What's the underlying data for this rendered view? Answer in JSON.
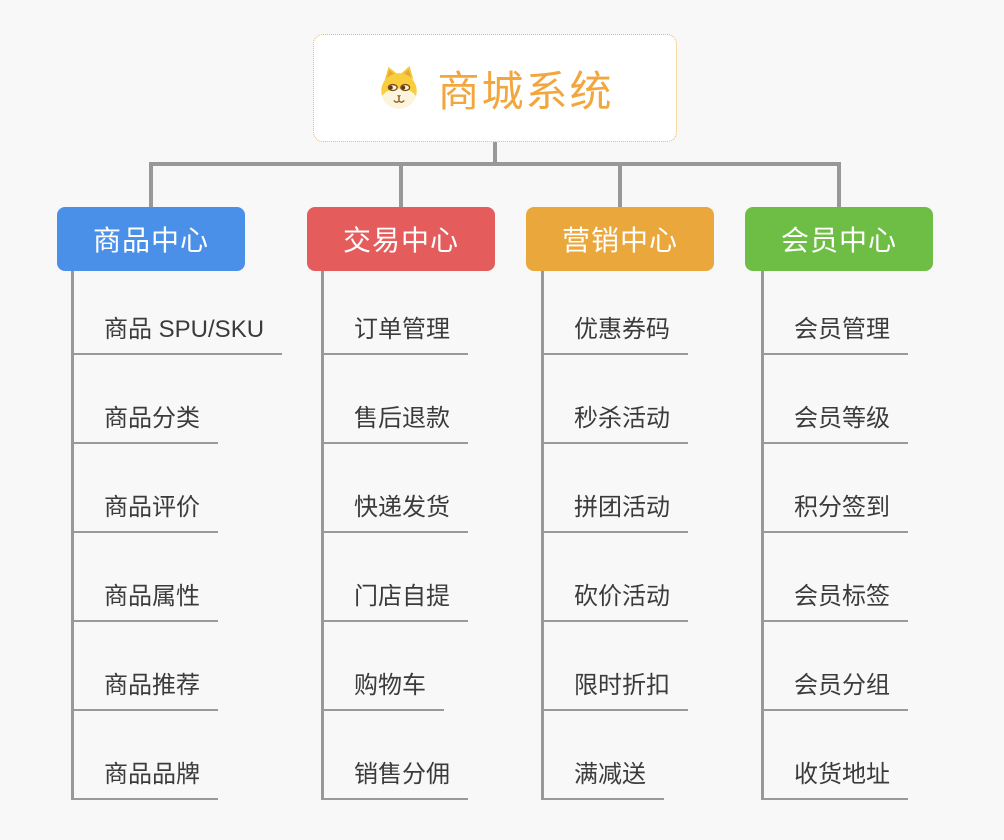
{
  "page": {
    "background_color": "#F8F8F8",
    "connector_color": "#989898",
    "underline_color": "#999999",
    "leaf_text_color": "#3B3B3B"
  },
  "root": {
    "title": "商城系统",
    "icon": "dog-face-icon",
    "text_color": "#F1A73E",
    "border_color": "#E9B760",
    "fill_color": "#FFFFFF"
  },
  "branches": [
    {
      "label": "商品中心",
      "color": "#4A90E8",
      "children": [
        "商品 SPU/SKU",
        "商品分类",
        "商品评价",
        "商品属性",
        "商品推荐",
        "商品品牌"
      ]
    },
    {
      "label": "交易中心",
      "color": "#E45C5C",
      "children": [
        "订单管理",
        "售后退款",
        "快递发货",
        "门店自提",
        "购物车",
        "销售分佣"
      ]
    },
    {
      "label": "营销中心",
      "color": "#EAA73C",
      "children": [
        "优惠券码",
        "秒杀活动",
        "拼团活动",
        "砍价活动",
        "限时折扣",
        "满减送"
      ]
    },
    {
      "label": "会员中心",
      "color": "#6EBE45",
      "children": [
        "会员管理",
        "会员等级",
        "积分签到",
        "会员标签",
        "会员分组",
        "收货地址"
      ]
    }
  ]
}
